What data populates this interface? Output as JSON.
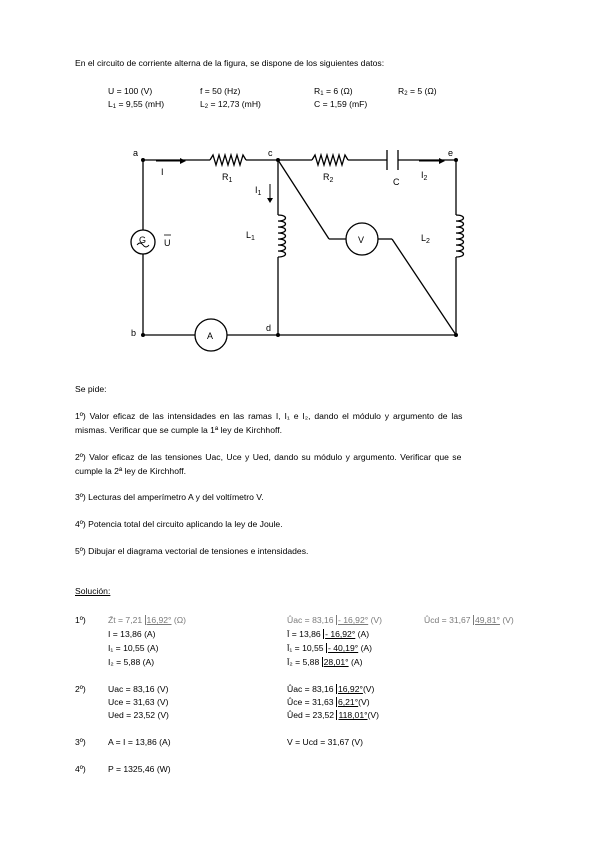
{
  "intro": "En el circuito de corriente alterna de la figura, se dispone de los siguientes datos:",
  "data_row1": {
    "U": "U = 100 (V)",
    "f": "f = 50 (Hz)",
    "R1_pre": "R",
    "R1_sub": "1",
    "R1_post": " = 6 (Ω)",
    "R2_pre": "R",
    "R2_sub": "2",
    "R2_post": " = 5 (Ω)"
  },
  "data_row2": {
    "L1_pre": "L",
    "L1_sub": "1",
    "L1_post": " = 9,55 (mH)",
    "L2_pre": "L",
    "L2_sub": "2",
    "L2_post": " = 12,73 (mH)",
    "C": "C = 1,59 (mF)"
  },
  "circuit": {
    "node_a": "a",
    "node_b": "b",
    "node_c": "c",
    "node_d": "d",
    "node_e": "e",
    "R1": "R",
    "R1_sub": "1",
    "R2": "R",
    "R2_sub": "2",
    "C": "C",
    "L1": "L",
    "L1_sub": "1",
    "L2": "L",
    "L2_sub": "2",
    "I": "I",
    "I1": "I",
    "I1_sub": "1",
    "I2": "I",
    "I2_sub": "2",
    "G": "G",
    "U": "U",
    "A": "A",
    "V": "V"
  },
  "se_pide": "Se pide:",
  "q1_line1": "1º) Valor eficaz de las intensidades en las ramas I, I₁ e I₂, dando el módulo y argumento de las",
  "q1_line2": "mismas. Verificar que se cumple la 1ª ley de Kirchhoff.",
  "q2_line1": "2º) Valor eficaz de las tensiones Uac, Uce y Ued, dando su módulo y argumento. Verificar que se",
  "q2_line2": "cumple la 2ª ley de Kirchhoff.",
  "q3": "3º) Lecturas del amperímetro A y del voltímetro V.",
  "q4": "4º) Potencia total del circuito aplicando la ley de Joule.",
  "q5": "5º) Dibujar el diagrama vectorial de tensiones e intensidades.",
  "solucion": "Solución:",
  "s1": {
    "num": "1º)",
    "zt": "Z̄t = 7,21 ",
    "zt_ang": "16,92°",
    "zt_unit": " (Ω)",
    "i": "I = 13,86 (A)",
    "i1": "I₁ = 10,55 (A)",
    "i2": "I₂ = 5,88 (A)",
    "uac": "Ûac = 83,16 ",
    "uac_ang": "- 16,92°",
    "uac_unit": " (V)",
    "ucd": "Ûcd = 31,67 ",
    "ucd_ang": "49,81°",
    "ucd_unit": " (V)",
    "ib": "Ī = 13,86 ",
    "ib_ang": "- 16,92°",
    "ib_unit": " (A)",
    "i1b": "Ī₁ = 10,55 ",
    "i1b_ang": "- 40,19°",
    "i1b_unit": " (A)",
    "i2b": "Ī₂ = 5,88 ",
    "i2b_ang": "28,01°",
    "i2b_unit": " (A)"
  },
  "s2": {
    "num": "2º)",
    "uac": "Uac = 83,16 (V)",
    "uce": "Uce = 31,63 (V)",
    "ued": "Ued = 23,52 (V)",
    "uacb": "Ûac = 83,16 ",
    "uacb_ang": "16,92°",
    "uacb_unit": "(V)",
    "uceb": "Ûce = 31,63 ",
    "uceb_ang": "6,21°",
    "uceb_unit": "(V)",
    "uedb": "Ûed = 23,52 ",
    "uedb_ang": "118,01°",
    "uedb_unit": "(V)"
  },
  "s3": {
    "num": "3º)",
    "a": "A = I = 13,86 (A)",
    "v": "V = Ucd = 31,67 (V)"
  },
  "s4": {
    "num": "4º)",
    "p": "P = 1325,46 (W)"
  }
}
